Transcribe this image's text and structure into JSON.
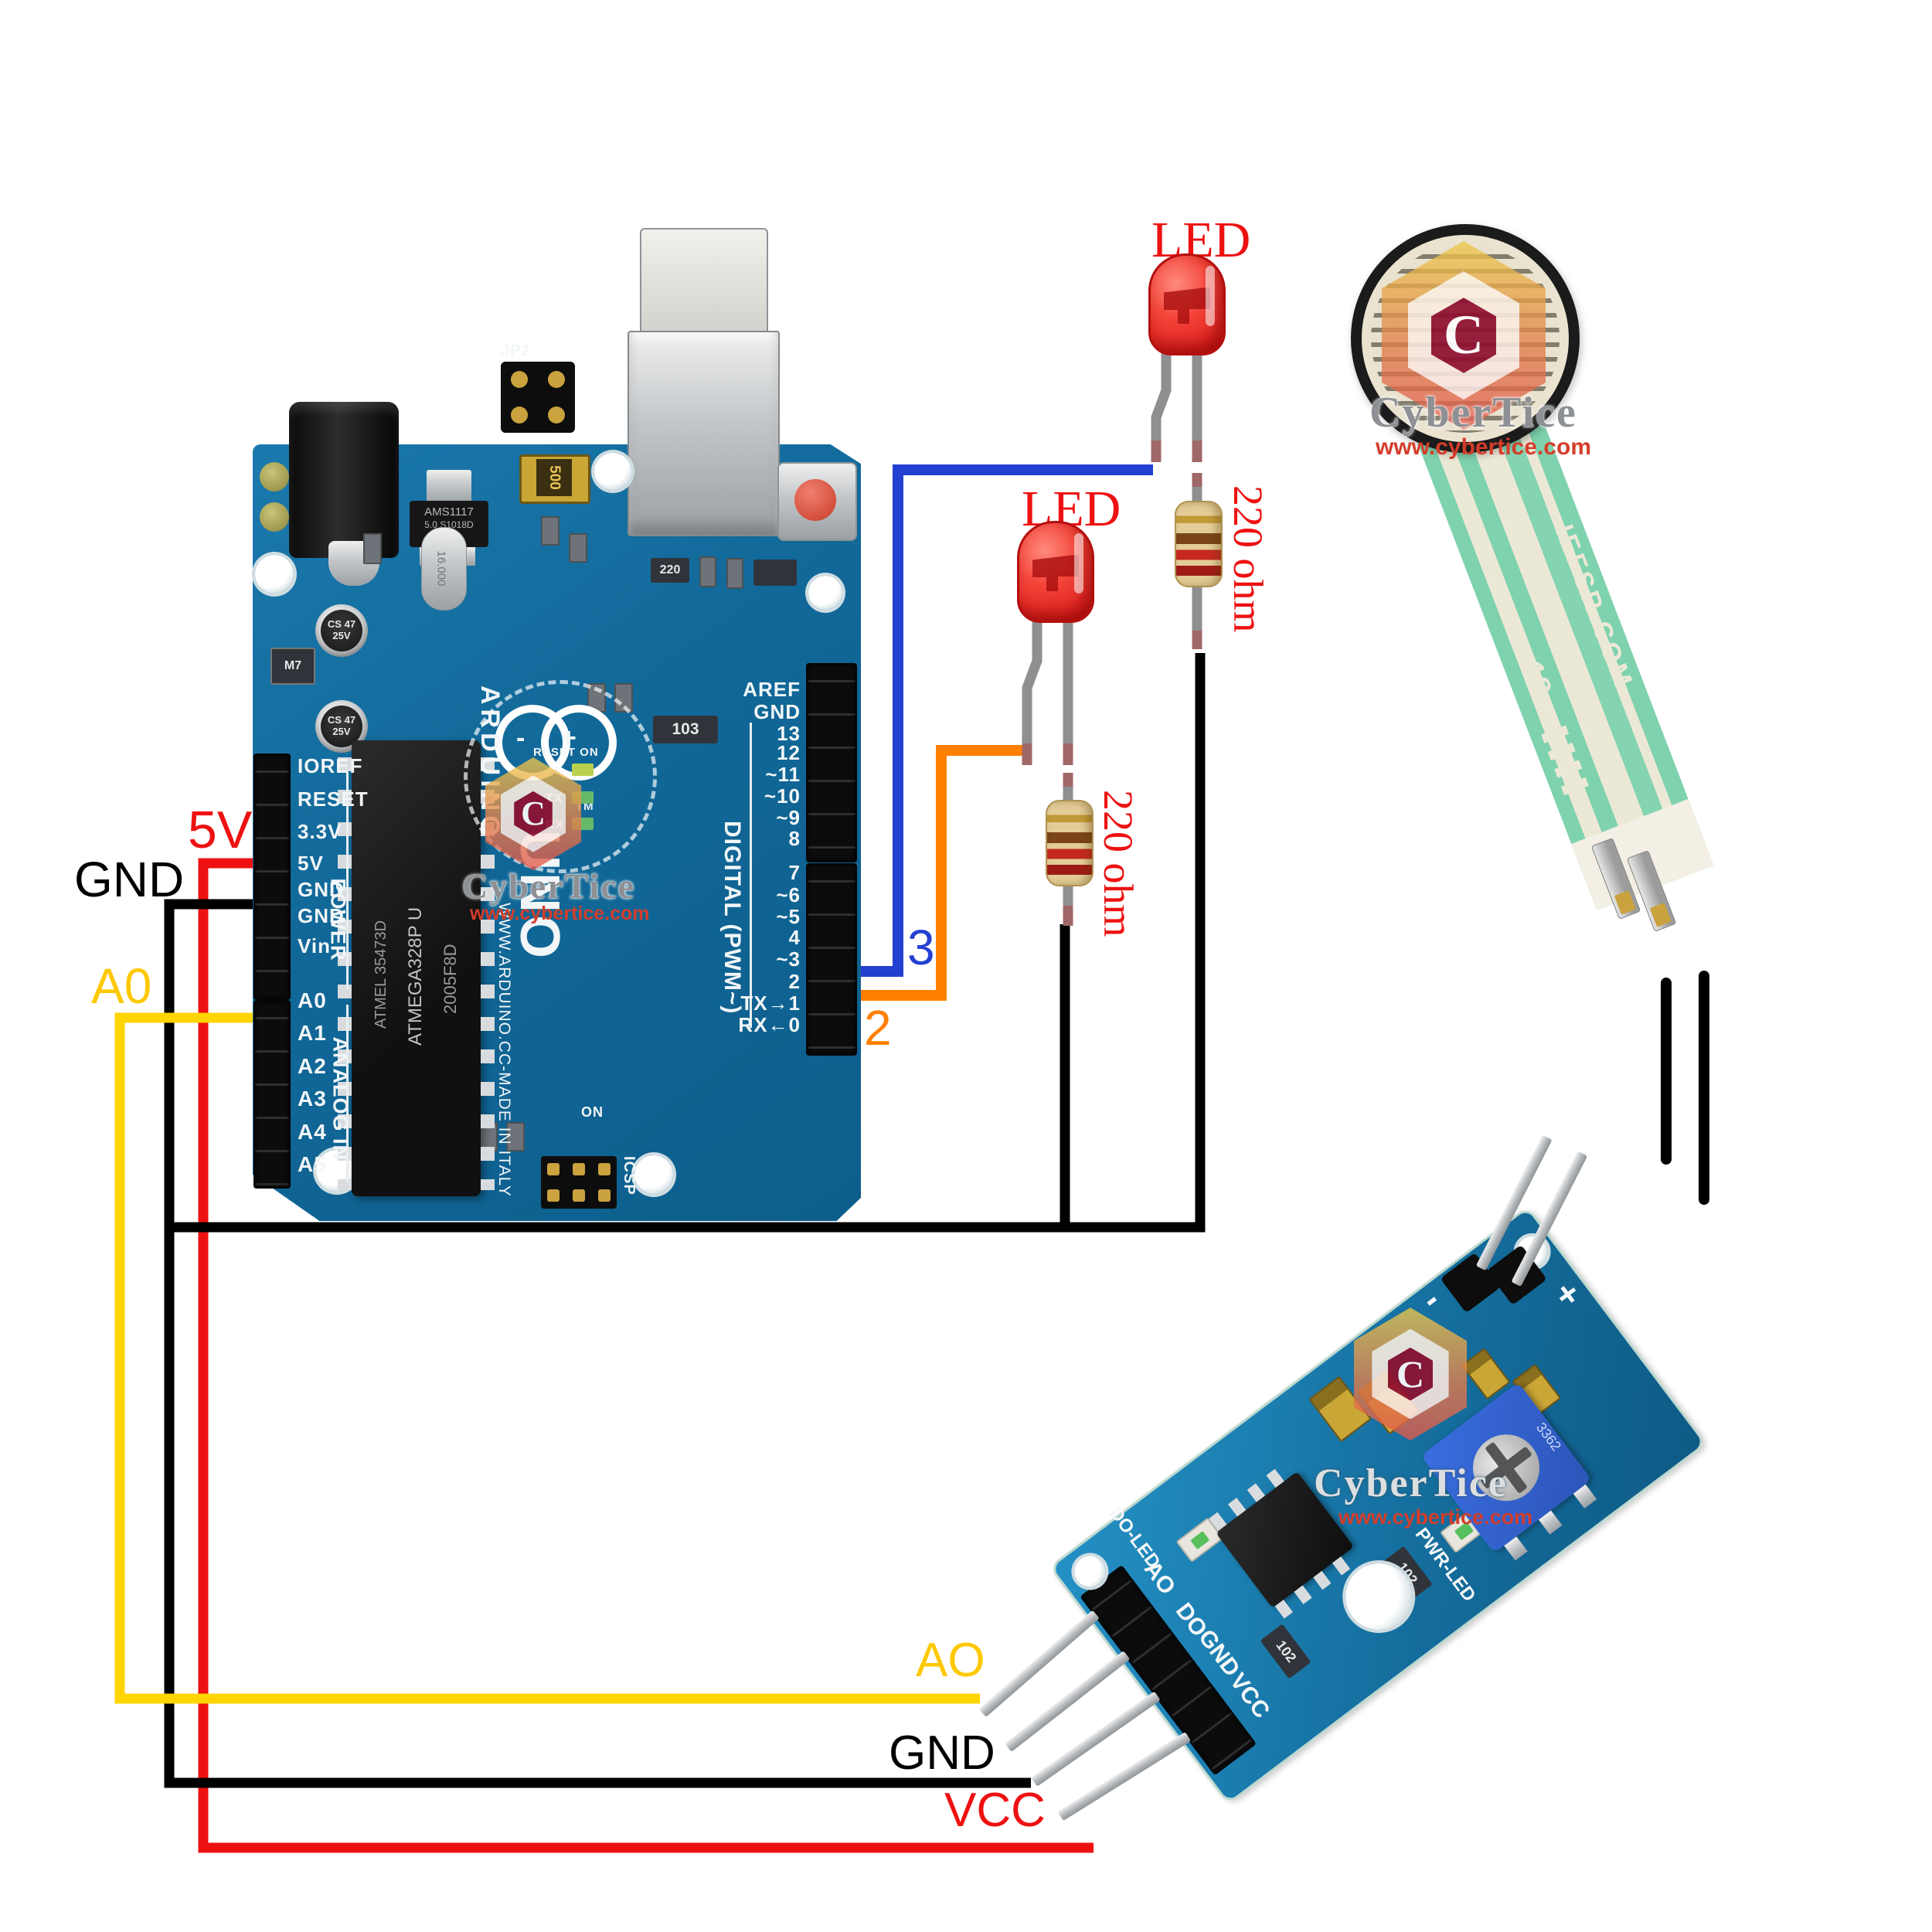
{
  "wire_labels": {
    "v5": "5V",
    "gnd_left": "GND",
    "a0": "A0",
    "pin3": "3",
    "pin2": "2",
    "ao_bottom": "AO",
    "gnd_bottom": "GND",
    "vcc_bottom": "VCC"
  },
  "parts": {
    "led1": "LED",
    "led2": "LED",
    "resistor1": "220 ohm",
    "resistor2": "220 ohm"
  },
  "colors": {
    "wire_red": "#ee1111",
    "wire_black": "#000000",
    "wire_yellow": "#ffd400",
    "wire_orange": "#ff7f00",
    "wire_blue": "#2340d0",
    "lead_gray": "#8f8f8f",
    "lead_tip": "#a06868",
    "label_red": "#ee1111",
    "label_yellow": "#ffc800",
    "label_orange": "#ff7f00",
    "label_blue": "#2340d0",
    "label_black": "#000000"
  },
  "arduino": {
    "power_pins": [
      "IOREF",
      "RESET",
      "3.3V",
      "5V",
      "GND",
      "GND",
      "Vin"
    ],
    "analog_pins": [
      "A0",
      "A1",
      "A2",
      "A3",
      "A4",
      "A5"
    ],
    "digital_pins": [
      "AREF",
      "GND",
      "13",
      "12",
      "~11",
      "~10",
      "~9",
      "8",
      "7",
      "~6",
      "~5",
      "4",
      "~3",
      "2",
      "TX→1",
      "RX←0"
    ],
    "silk": {
      "power": "POWER",
      "analog_in": "ANALOG IN",
      "digital": "DIGITAL (PWM~)",
      "brand": "ARDUINO",
      "model": "UNO",
      "tm": "TM",
      "made": "WWW.ARDUINO.CC-MADE IN ITALY",
      "icsp": "ICSP",
      "on": "ON",
      "reset": "RESET ON",
      "jp2": "JP2",
      "led_l": "L",
      "led_tx": "TX",
      "led_rx": "RX"
    },
    "components": {
      "mcu_line1": "ATMEL 35473D",
      "mcu_line2": "ATMEGA328P U",
      "mcu_line3": "2005F8D",
      "regulator1": "AMS1117",
      "regulator2": "5.0 S1018D",
      "crystal": "16.000",
      "fuse": "500",
      "cap_text": "CS 47 25V",
      "smd_103": "103",
      "smd_220": "220",
      "diode": "M7"
    }
  },
  "module": {
    "pins": [
      "AO",
      "DO",
      "GND",
      "VCC"
    ],
    "silk_do_led": "DO-LED",
    "silk_pwr_led": "PWR-LED",
    "minus": "-",
    "plus": "+",
    "smd_102": "102",
    "trimpot": "3362"
  },
  "fsr": {
    "tail_brand": "IEFSR.COM",
    "tail_code": "18"
  },
  "watermark": {
    "name": "CyberTice",
    "url": "www.cybertice.com",
    "letter": "C"
  }
}
